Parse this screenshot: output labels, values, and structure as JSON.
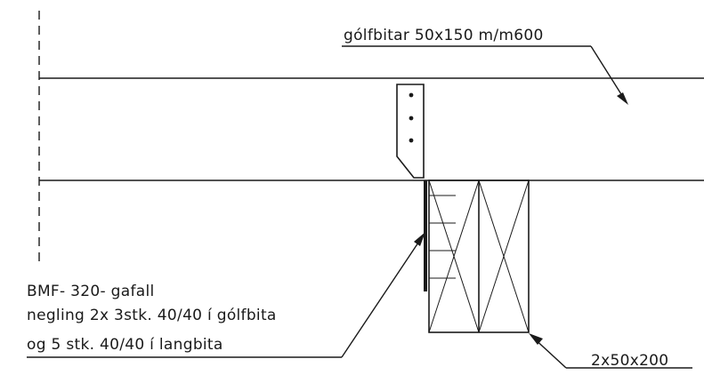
{
  "labels": {
    "joist_label": "gólfbitar 50x150 m/m600",
    "hanger_label": "BMF- 320- gafall",
    "nailing_line1": "negling 2x 3stk. 40/40 í gólfbita",
    "nailing_line2": "og 5 stk. 40/40 í langbita",
    "beam_label": "2x50x200"
  },
  "colors": {
    "ink": "#1a1a1a",
    "background": "#ffffff"
  }
}
